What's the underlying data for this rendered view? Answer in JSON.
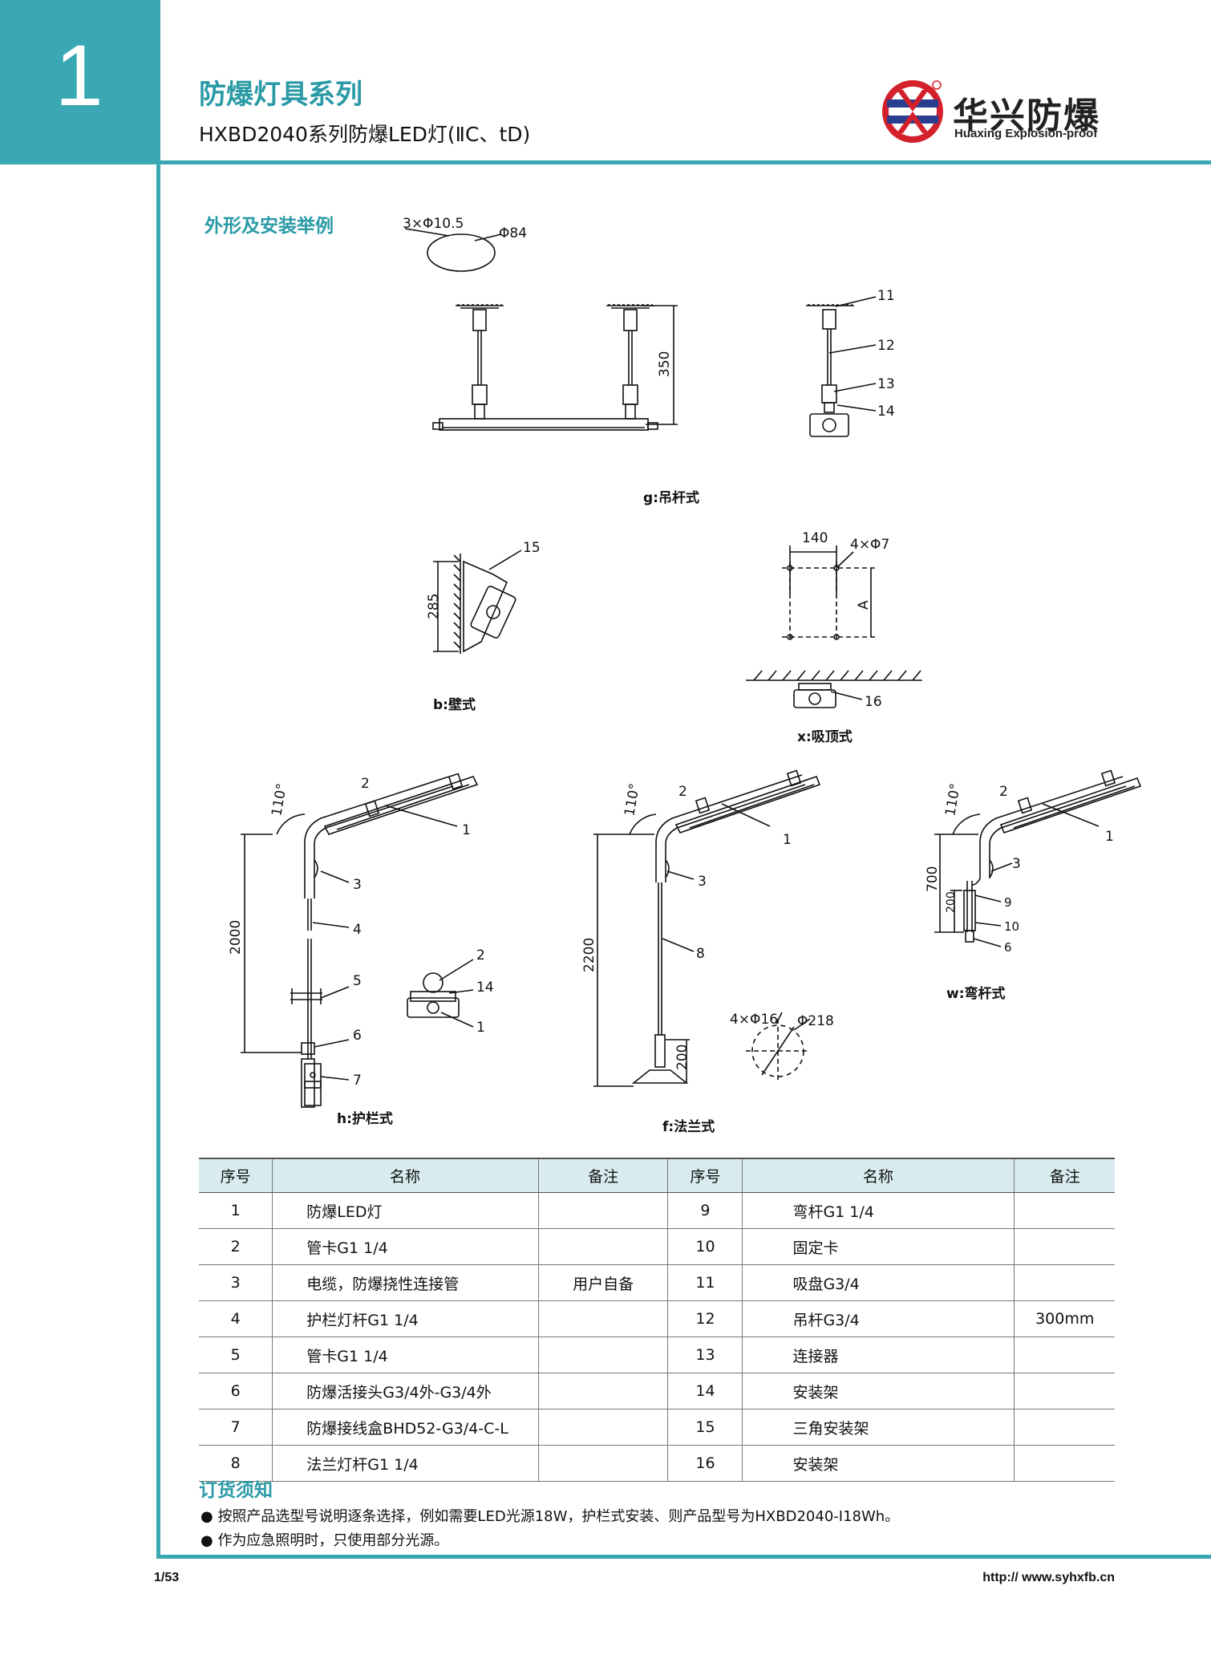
{
  "header": {
    "chapter_number": "1",
    "series_title": "防爆灯具系列",
    "product_title": "HXBD2040系列防爆LED灯(ⅡC、tD)",
    "brand_cn": "华兴防爆",
    "brand_en": "Huaxing Explosion-proof"
  },
  "section_title": "外形及安装举例",
  "drawings": {
    "g": {
      "caption": "g:吊杆式",
      "dim_holes": "3×Φ10.5",
      "dim_circle": "Φ84",
      "dim_height": "350",
      "callouts": [
        "11",
        "12",
        "13",
        "14"
      ]
    },
    "b": {
      "caption": "b:壁式",
      "dim_height": "285",
      "callouts": [
        "15"
      ]
    },
    "x": {
      "caption": "x:吸顶式",
      "dim_width": "140",
      "dim_holes": "4×Φ7",
      "dim_a": "A",
      "callouts": [
        "16"
      ]
    },
    "h": {
      "caption": "h:护栏式",
      "angle": "110°",
      "dim_height": "2000",
      "callouts": [
        "2",
        "1",
        "3",
        "4",
        "5",
        "6",
        "7"
      ],
      "detail_callouts": [
        "2",
        "14",
        "1"
      ]
    },
    "f": {
      "caption": "f:法兰式",
      "angle": "110°",
      "dim_height": "2200",
      "dim_base": "200",
      "dim_holes": "4×Φ16",
      "dim_circle": "Φ218",
      "callouts": [
        "2",
        "1",
        "3",
        "8"
      ]
    },
    "w": {
      "caption": "w:弯杆式",
      "angle": "110°",
      "dim_height": "700",
      "dim_base": "200",
      "callouts": [
        "2",
        "1",
        "3",
        "9",
        "10",
        "6"
      ]
    }
  },
  "parts_table": {
    "headers": [
      "序号",
      "名称",
      "备注",
      "序号",
      "名称",
      "备注"
    ],
    "rows": [
      [
        "1",
        "防爆LED灯",
        "",
        "9",
        "弯杆G1 1/4",
        ""
      ],
      [
        "2",
        "管卡G1 1/4",
        "",
        "10",
        "固定卡",
        ""
      ],
      [
        "3",
        "电缆，防爆挠性连接管",
        "用户自备",
        "11",
        "吸盘G3/4",
        ""
      ],
      [
        "4",
        "护栏灯杆G1 1/4",
        "",
        "12",
        "吊杆G3/4",
        "300mm"
      ],
      [
        "5",
        "管卡G1 1/4",
        "",
        "13",
        "连接器",
        ""
      ],
      [
        "6",
        "防爆活接头G3/4外-G3/4外",
        "",
        "14",
        "安装架",
        ""
      ],
      [
        "7",
        "防爆接线盒BHD52-G3/4-C-L",
        "",
        "15",
        "三角安装架",
        ""
      ],
      [
        "8",
        "法兰灯杆G1 1/4",
        "",
        "16",
        "安装架",
        ""
      ]
    ]
  },
  "order_notes": {
    "title": "订货须知",
    "items": [
      "按照产品选型号说明逐条选择，例如需要LED光源18W，护栏式安装、则产品型号为HXBD2040-Ⅰ18Wh。",
      "作为应急照明时，只使用部分光源。"
    ]
  },
  "footer": {
    "page": "1/53",
    "url": "http:// www.syhxfb.cn"
  },
  "colors": {
    "accent": "#3aa8b3",
    "title": "#2a9aa6",
    "table_header": "#d8ecef",
    "logo_red": "#d4202a",
    "logo_blue": "#2b3d8f"
  }
}
